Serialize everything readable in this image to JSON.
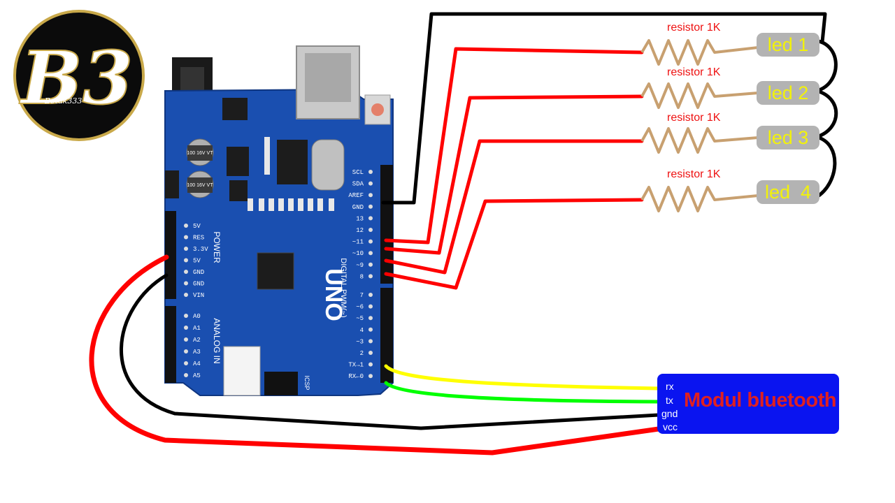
{
  "logo": {
    "monogram": "B3",
    "caption": "Botak333"
  },
  "board": {
    "name": "UNO",
    "power_header_label": "POWER",
    "analog_header_label": "ANALOG IN",
    "digital_header_label": "DIGITAL PWM(~)",
    "icsp_label": "ICSP",
    "power_pins": [
      "5V",
      "RES",
      "3.3V",
      "5V",
      "GND",
      "GND",
      "VIN"
    ],
    "analog_pins": [
      "A0",
      "A1",
      "A2",
      "A3",
      "A4",
      "A5"
    ],
    "digital_pins_top": [
      "SCL",
      "SDA",
      "AREF",
      "GND",
      "13",
      "12",
      "~11",
      "~10",
      "~9",
      "8"
    ],
    "digital_pins_bottom": [
      "7",
      "~6",
      "~5",
      "4",
      "~3",
      "2",
      "TX→1",
      "RX←0"
    ],
    "capacitor_label": "100 16V VT"
  },
  "resistors": [
    {
      "label": "resistor 1K"
    },
    {
      "label": "resistor 1K"
    },
    {
      "label": "resistor 1K"
    },
    {
      "label": "resistor 1K"
    }
  ],
  "leds": [
    {
      "label": "led 1"
    },
    {
      "label": "led 2"
    },
    {
      "label": "led 3"
    },
    {
      "label": "led  4"
    }
  ],
  "bluetooth_module": {
    "title": "Modul bluetooth",
    "pins": [
      "rx",
      "tx",
      "gnd",
      "vcc"
    ]
  },
  "colors": {
    "wire_signal": "#ff0000",
    "wire_ground": "#000000",
    "wire_rx": "#ffff00",
    "wire_tx": "#00ff00",
    "resistor": "#c8a070",
    "led_box": "#b3b3b3",
    "led_text": "#f2f20a",
    "module": "#0a14f0",
    "board": "#1a4fb0"
  }
}
